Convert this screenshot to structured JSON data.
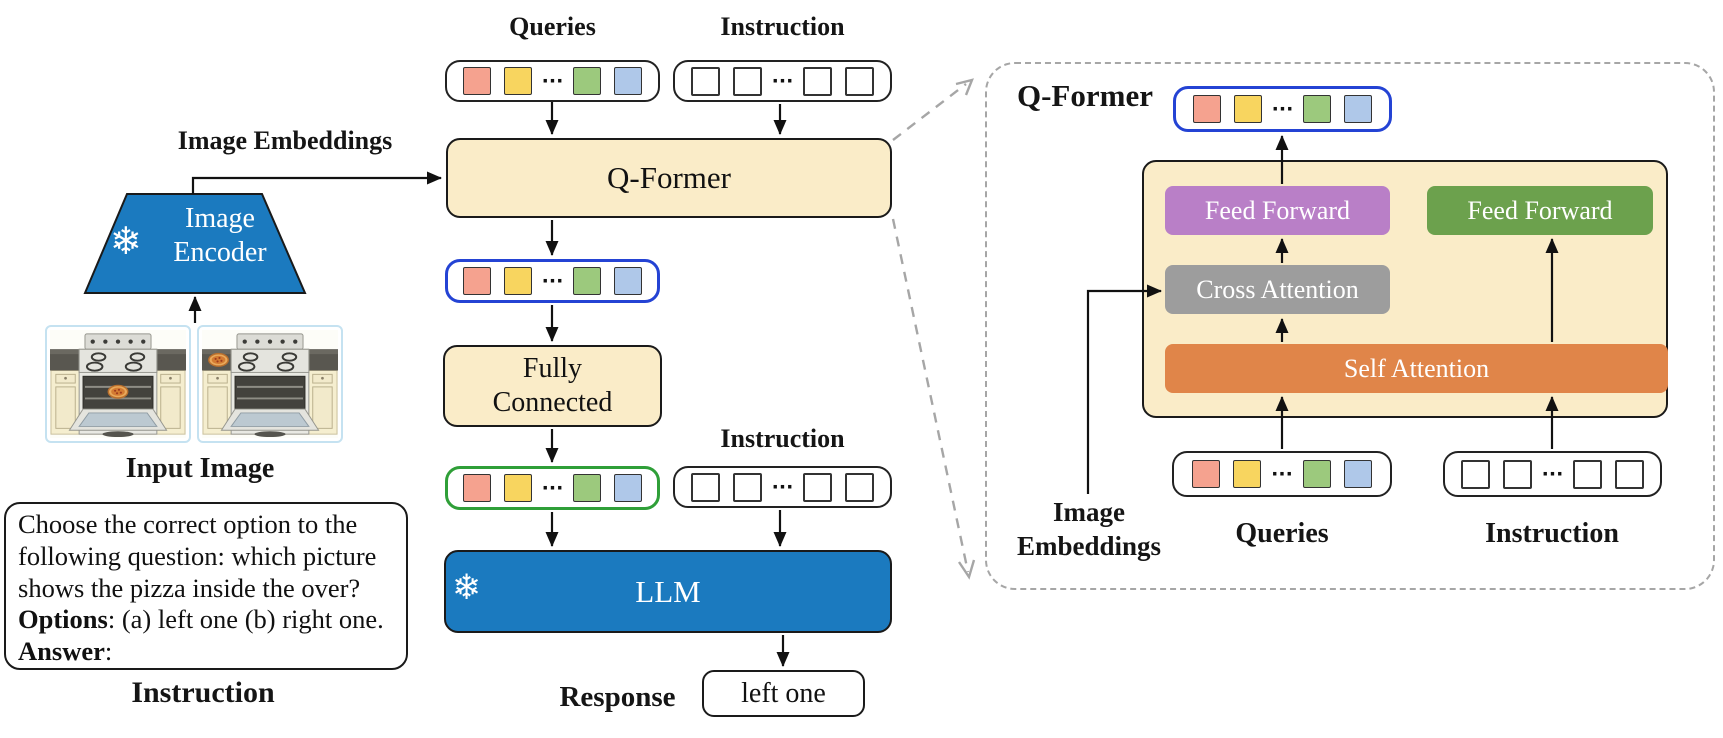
{
  "colors": {
    "cream": "#FAECC8",
    "blue_box": "#1B7ABF",
    "purple": "#B97FC7",
    "green_box": "#6CA14D",
    "gray_box": "#9D9D9D",
    "orange": "#E08549",
    "blue_row_border": "#2443D4",
    "green_row_border": "#2F9F38",
    "photo_border": "#C5E2F1",
    "dashed_panel_border": "#A6A6A6"
  },
  "tokens": {
    "ellipsis": "···",
    "colors": [
      "#F5A28F",
      "#F8D55F",
      "#9CC97D",
      "#AFC8E9"
    ]
  },
  "icons": {
    "frozen": "❄"
  },
  "pipeline": {
    "queries_label": "Queries",
    "instruction_label_top": "Instruction",
    "qformer_label": "Q-Former",
    "fully_connected_line1": "Fully",
    "fully_connected_line2": "Connected",
    "instruction_label_mid": "Instruction",
    "llm_label": "LLM",
    "response_label": "Response",
    "response_value": "left one",
    "image_embeddings_label": "Image Embeddings",
    "encoder_line1": "Image",
    "encoder_line2": "Encoder",
    "input_image_label": "Input Image",
    "instruction_caption": "Instruction",
    "prompt": {
      "line1": "Choose the correct option to the",
      "line2": "following question: which picture",
      "line3": "shows the pizza inside the over?",
      "options_label": "Options",
      "options_text": ": (a) left one (b) right one.",
      "answer_label": "Answer",
      "answer_text": ":"
    }
  },
  "detail": {
    "title": "Q-Former",
    "feed_forward_left": "Feed Forward",
    "feed_forward_right": "Feed Forward",
    "cross_attention": "Cross Attention",
    "self_attention": "Self Attention",
    "image_embeddings_line1": "Image",
    "image_embeddings_line2": "Embeddings",
    "queries_label": "Queries",
    "instruction_label": "Instruction"
  }
}
